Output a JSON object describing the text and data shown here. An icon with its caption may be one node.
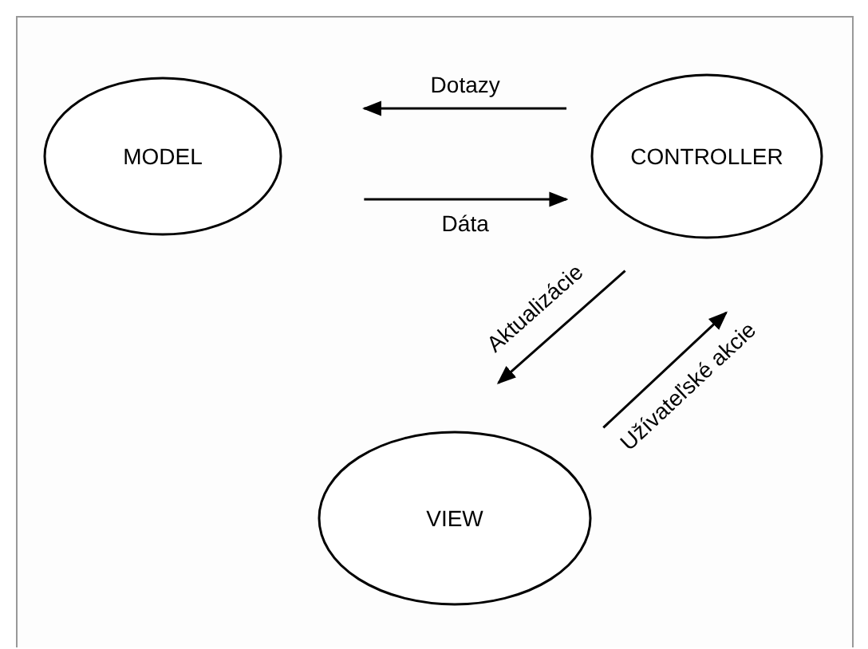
{
  "diagram": {
    "nodes": [
      {
        "text": [
          "MODEL"
        ]
      },
      {
        "text": [
          "CONTROLLER"
        ]
      },
      {
        "text": [
          "VIEW"
        ]
      }
    ],
    "edges": [
      {
        "from": 1,
        "to": 0,
        "arrow": "to",
        "label": "Dotazy"
      },
      {
        "from": 0,
        "to": 1,
        "arrow": "to",
        "label": "Dáta"
      },
      {
        "from": 1,
        "to": 2,
        "arrow": "to",
        "label": "Aktualizácie"
      },
      {
        "from": 2,
        "to": 1,
        "arrow": "to",
        "label": "Užívateľské akcie"
      }
    ]
  }
}
